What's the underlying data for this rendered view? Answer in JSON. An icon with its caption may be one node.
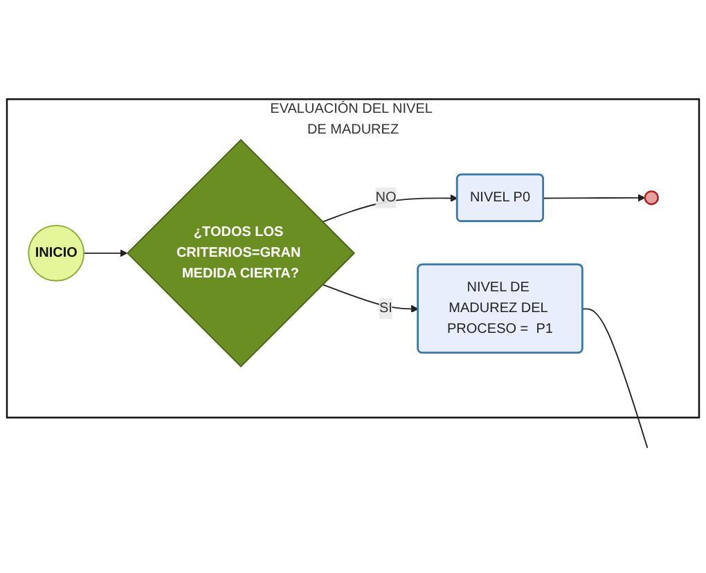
{
  "diagram": {
    "nodes": [
      {
        "text": [
          "EVALUACIÓN DEL NIVEL DE MADUREZ"
        ]
      },
      {
        "text": [
          "INICIO"
        ],
        "in": 0
      },
      {
        "text": [
          "¿TODOS LOS CRITERIOS=GRAN MEDIDA CIERTA?"
        ],
        "in": 0
      },
      {
        "text": [
          "NIVEL DE MADUREZ DEL PROCESO =  P1"
        ],
        "in": 0
      },
      {
        "text": [
          "NIVEL P0"
        ],
        "in": 0
      },
      {
        "text": [],
        "shape": "circle",
        "in": 0
      }
    ],
    "edges": [
      {
        "from": 1,
        "to": 2,
        "arrow": "to"
      },
      {
        "from": 2,
        "to": 3,
        "arrow": "to",
        "label": "SI"
      },
      {
        "from": 2,
        "to": 4,
        "arrow": "to",
        "label": "NO"
      },
      {
        "from": 4,
        "to": 5,
        "arrow": "to"
      },
      {
        "from": 3,
        "to": null,
        "arrow": "none"
      }
    ]
  }
}
